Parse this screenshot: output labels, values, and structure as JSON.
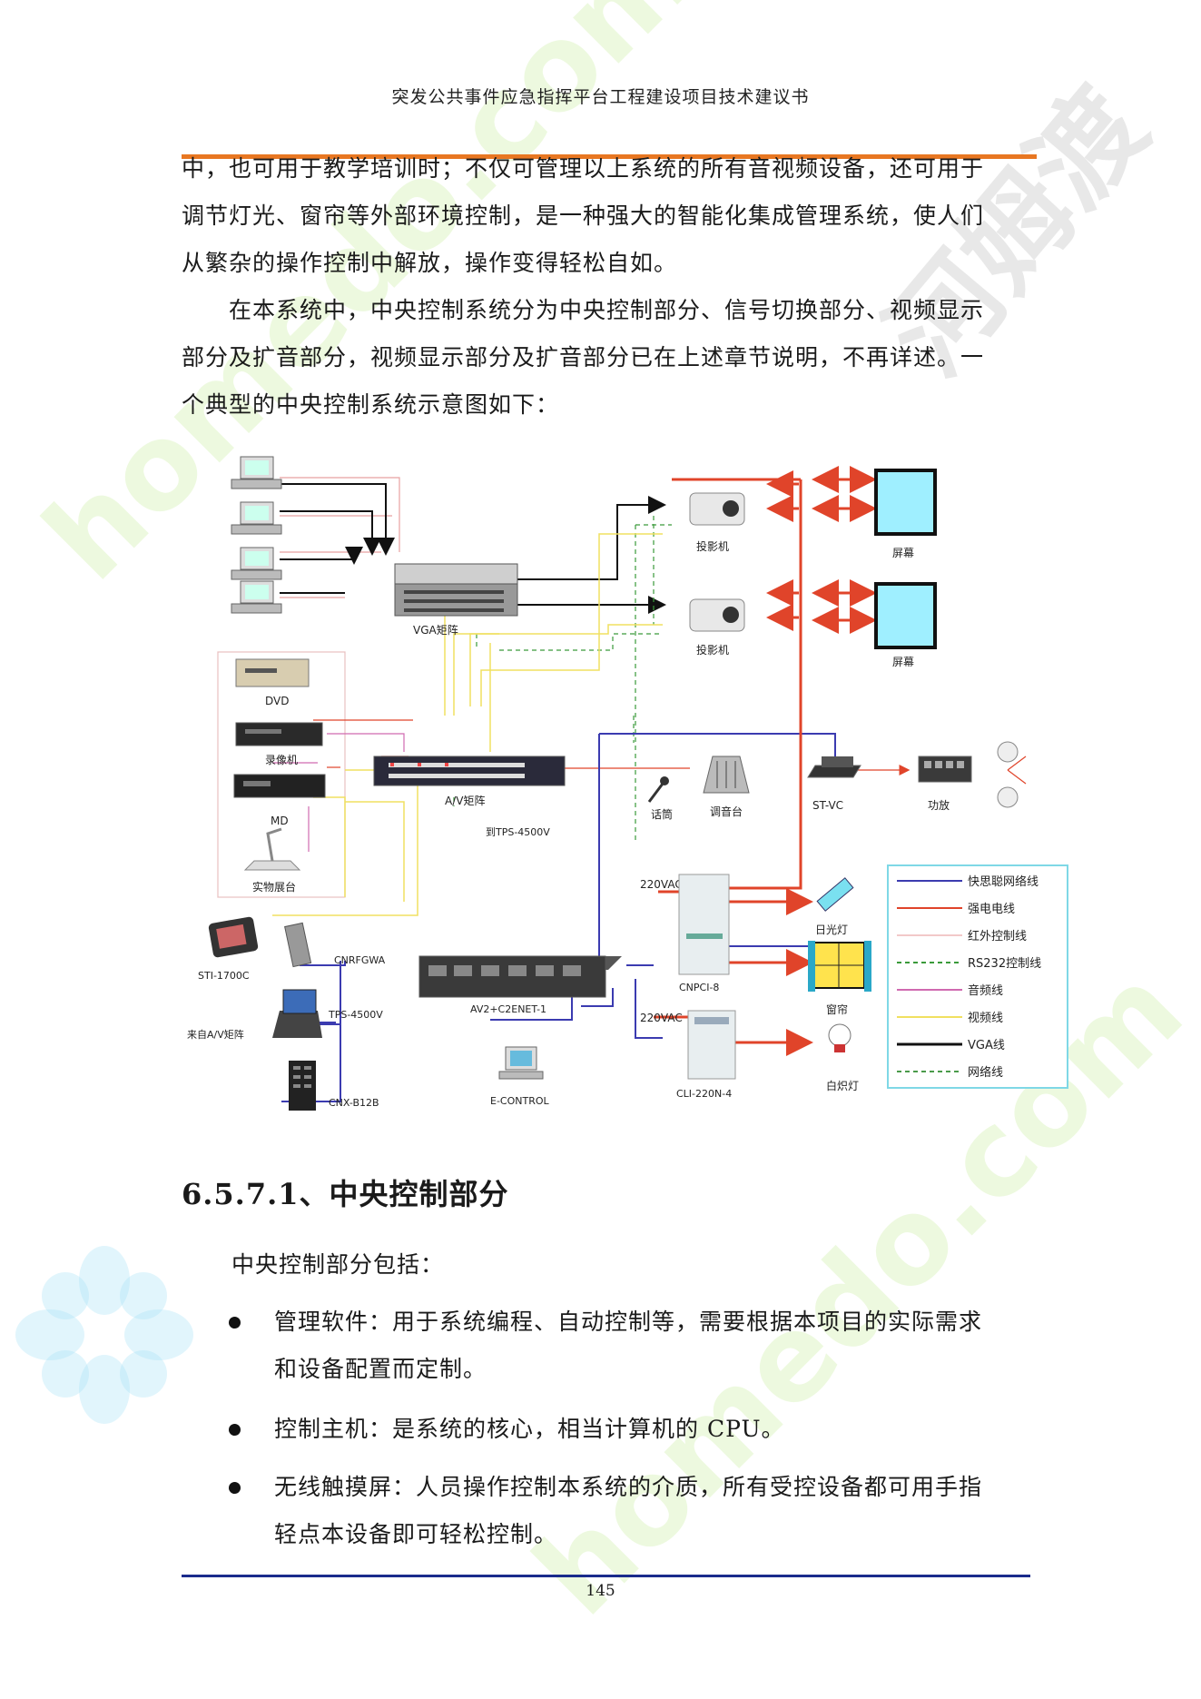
{
  "header": {
    "title": "突发公共事件应急指挥平台工程建设项目技术建议书"
  },
  "paragraph1": {
    "lines": [
      "中，也可用于教学培训时；不仅可管理以上系统的所有音视频设备，还可用于",
      "调节灯光、窗帘等外部环境控制，是一种强大的智能化集成管理系统，使人们",
      "从繁杂的操作控制中解放，操作变得轻松自如。"
    ]
  },
  "paragraph2": {
    "lines": [
      "　　在本系统中，中央控制系统分为中央控制部分、信号切换部分、视频显示",
      "部分及扩音部分，视频显示部分及扩音部分已在上述章节说明，不再详述。一",
      "个典型的中央控制系统示意图如下："
    ]
  },
  "diagram": {
    "labels": {
      "vga_matrix": "VGA矩阵",
      "projector1": "投影机",
      "projector2": "投影机",
      "screen1": "屏幕",
      "screen2": "屏幕",
      "dvd": "DVD",
      "vcr": "录像机",
      "md": "MD",
      "doc_camera": "实物展台",
      "av_matrix": "A/V矩阵",
      "to_tps": "到TPS-4500V",
      "mic": "话筒",
      "mixer": "调音台",
      "stvc": "ST-VC",
      "amp": "功放",
      "ac1": "220VAC",
      "ac2": "220VAC",
      "cnpci": "CNPCI-8",
      "cli": "CLI-220N-4",
      "fluor": "日光灯",
      "curtain": "窗帘",
      "incand": "白炽灯",
      "sti": "STI-1700C",
      "cnrfgwa": "CNRFGWA",
      "tps": "TPS-4500V",
      "from_av": "来自A/V矩阵",
      "cnx": "CNX-B12B",
      "av2": "AV2+C2ENET-1",
      "econtrol": "E-CONTROL"
    },
    "legend": [
      {
        "label": "快思聪网络线",
        "color": "#3b3bb0",
        "style": "solid"
      },
      {
        "label": "强电电线",
        "color": "#e0442a",
        "style": "solid"
      },
      {
        "label": "红外控制线",
        "color": "#f2c9c9",
        "style": "solid"
      },
      {
        "label": "RS232控制线",
        "color": "#3a9a3a",
        "style": "dashed"
      },
      {
        "label": "音频线",
        "color": "#d06ab0",
        "style": "solid"
      },
      {
        "label": "视频线",
        "color": "#f0e060",
        "style": "solid"
      },
      {
        "label": "VGA线",
        "color": "#111111",
        "style": "solid"
      },
      {
        "label": "网络线",
        "color": "#4a9a4a",
        "style": "dashed"
      }
    ]
  },
  "section": {
    "heading": "6.5.7.1、中央控制部分",
    "intro": "中央控制部分包括：",
    "bullets": [
      {
        "line1": "管理软件：用于系统编程、自动控制等，需要根据本项目的实际需求",
        "line2": "和设备配置而定制。"
      },
      {
        "line1": "控制主机：是系统的核心，相当计算机的 CPU。",
        "line2": ""
      },
      {
        "line1": "无线触摸屏：人员操作控制本系统的介质，所有受控设备都可用手指",
        "line2": "轻点本设备即可轻松控制。"
      }
    ]
  },
  "footer": {
    "page_number": "145"
  },
  "watermark": {
    "text1": "homedo.com",
    "text2": "homedo.com",
    "text3": "河姆渡"
  }
}
